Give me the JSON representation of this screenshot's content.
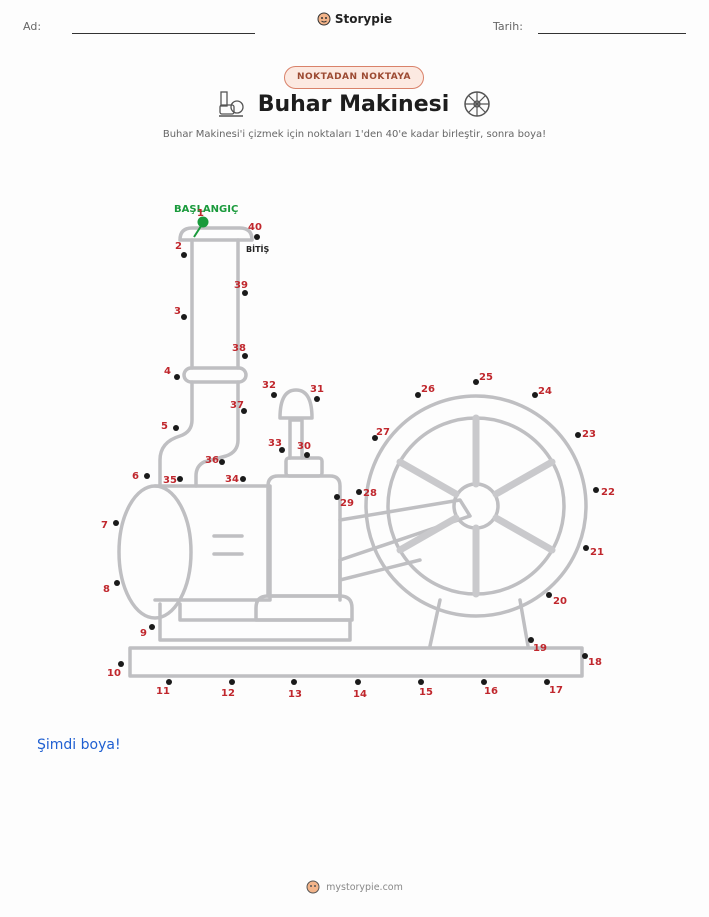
{
  "header": {
    "name_label": "Ad:",
    "date_label": "Tarih:",
    "brand": "Storypie"
  },
  "badge": "NOKTADAN NOKTAYA",
  "title": "Buhar Makinesi",
  "subtitle": "Buhar Makinesi'i çizmek için noktaları 1'den 40'e kadar birleştir, sonra boya!",
  "start_label": "BAŞLANGIÇ",
  "end_label": "BİTİŞ",
  "paint_prompt": "Şimdi boya!",
  "footer": "mystorypie.com",
  "colors": {
    "label_red": "#c0272d",
    "start_green": "#1a9a3c",
    "outline_gray": "#bfbfc2",
    "link_blue": "#1f5fd1"
  },
  "dots": [
    "1",
    "2",
    "3",
    "4",
    "5",
    "6",
    "7",
    "8",
    "9",
    "10",
    "11",
    "12",
    "13",
    "14",
    "15",
    "16",
    "17",
    "18",
    "19",
    "20",
    "21",
    "22",
    "23",
    "24",
    "25",
    "26",
    "27",
    "28",
    "29",
    "30",
    "31",
    "32",
    "33",
    "34",
    "35",
    "36",
    "37",
    "38",
    "39",
    "40"
  ]
}
